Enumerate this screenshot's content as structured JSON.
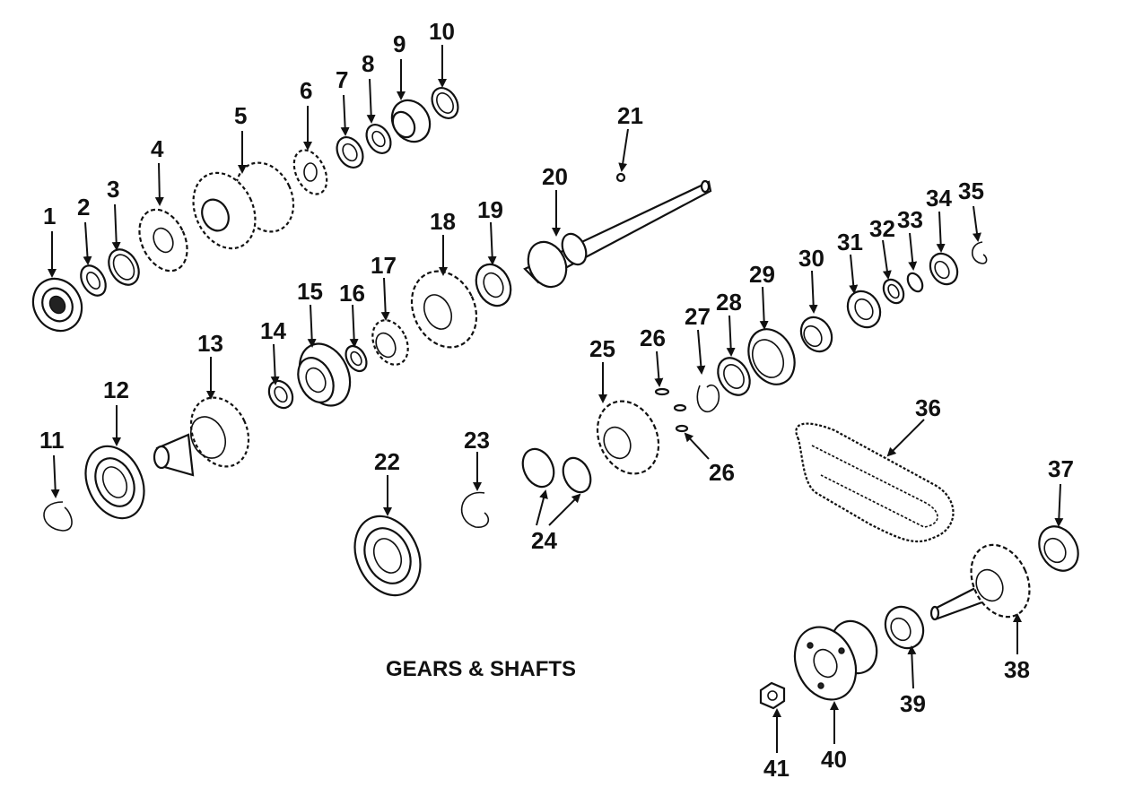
{
  "diagram": {
    "title": "GEARS & SHAFTS",
    "callouts": [
      "1",
      "2",
      "3",
      "4",
      "5",
      "6",
      "7",
      "8",
      "9",
      "10",
      "11",
      "12",
      "13",
      "14",
      "15",
      "16",
      "17",
      "18",
      "19",
      "20",
      "21",
      "22",
      "23",
      "24",
      "25",
      "26",
      "26",
      "27",
      "28",
      "29",
      "30",
      "31",
      "32",
      "33",
      "34",
      "35",
      "36",
      "37",
      "38",
      "39",
      "40",
      "41"
    ],
    "style": {
      "ink": "#111111",
      "paper": "#ffffff"
    }
  }
}
